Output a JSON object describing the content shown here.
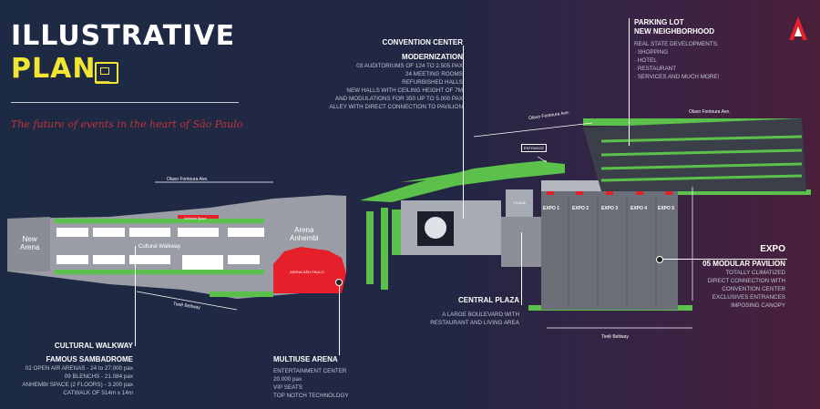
{
  "title": {
    "line1": "ILLUSTRATIVE",
    "line2": "PLAN_"
  },
  "tagline": "The future of events in the heart of São Paulo",
  "colors": {
    "accent_yellow": "#f2e632",
    "accent_red": "#c0333d",
    "green": "#5cc14b",
    "arena_red": "#e5202a",
    "hall_grey": "#6b6f78"
  },
  "logo": {
    "icon": "anhembi-a-logo-icon"
  },
  "convention_center": {
    "heading": "CONVENTION CENTER",
    "subheading": "MODERNIZATION",
    "lines": [
      "03 AUDITORIUMS OF 124 TO 2.505 PAX",
      "24 MEETING ROOMS",
      "REFURBISHED HALLS",
      "NEW HALLS WITH CEILING HEIGHT OF 7m",
      "AND MODULATIONS FOR 350 UP TO 5.000 PAX",
      "ALLEY WITH DIRECT CONNECTION TO PAVILION"
    ]
  },
  "parking": {
    "heading1": "PARKING LOT",
    "heading2": "NEW NEIGHBORHOOD",
    "lines": [
      "REAL STATE DEVELOPMENTS:",
      "· SHOPPING",
      "· HOTEL",
      "· RESTAURANT",
      "· SERVICES AND MUCH MORE!"
    ]
  },
  "expo": {
    "heading": "EXPO",
    "subheading": "05 MODULAR PAVILION",
    "lines": [
      "TOTALLY CLIMATIZED",
      "DIRECT CONNECTION WITH",
      "CONVENTION CENTER",
      "EXCLUSIVES ENTRANCES",
      "IMPOSING CANOPY"
    ]
  },
  "central_plaza": {
    "heading": "CENTRAL PLAZA",
    "lines": [
      "A LARGE BOULEVARD WITH",
      "RESTAURANT AND LIVING AREA"
    ]
  },
  "cultural_walkway": {
    "heading": "CULTURAL WALKWAY",
    "subheading": "FAMOUS SAMBADROME",
    "lines": [
      "02 OPEN AIR ARENAS - 24 to 27.000 pax",
      "09 BLENCHS - 21.084 pax",
      "ANHEMBI SPACE (2 FLOORS) - 3.200 pax",
      "CATWALK OF 514m x 14m"
    ]
  },
  "multiuse_arena": {
    "heading": "MULTIUSE ARENA",
    "lines": [
      "ENTERTAINMENT CENTER",
      "20.000 pax",
      "VIP SEATS",
      "TOP NOTCH TECHNOLOGY"
    ]
  },
  "map_labels": {
    "new_arena": [
      "New",
      "Arena"
    ],
    "arena_anhembi": [
      "Arena",
      "Anhembi"
    ],
    "cultural_walkway": "Cultural Walkway",
    "arena_sao_paulo": "ARENA SÃO PAULO",
    "anhembi_space": "Anhembi Space",
    "olavo_1": "Olavo Fontoura Ave.",
    "olavo_2": "Olavo Fontoura Ave.",
    "olavo_3": "Olavo Fontoura Ave.",
    "tiete_1": "Tietê Beltway",
    "tiete_2": "Tietê Beltway",
    "entrance": "ENTRANCE",
    "plaza": "PLAZA",
    "expo_halls": [
      "EXPO 1",
      "EXPO 2",
      "EXPO 3",
      "EXPO 4",
      "EXPO 5"
    ]
  }
}
